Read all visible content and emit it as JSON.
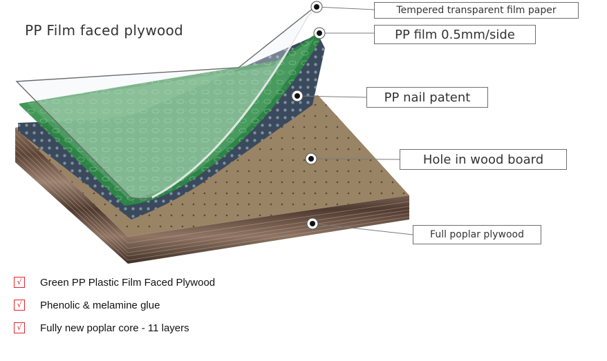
{
  "title": "PP Film faced plywood",
  "callouts": {
    "tempered": "Tempered transparent film paper",
    "pp_film": "PP film 0.5mm/side",
    "nail_patent": "PP nail patent",
    "hole": "Hole in wood board",
    "plywood": "Full poplar plywood"
  },
  "features": [
    {
      "check": "√",
      "label": "Green PP Plastic Film Faced Plywood"
    },
    {
      "check": "√",
      "label": "Phenolic & melamine glue"
    },
    {
      "check": "√",
      "label": "Fully new poplar core - 11 layers"
    }
  ],
  "colors": {
    "board_top": "#9a8466",
    "board_layers": "#6b5446",
    "green_film": "#2e8b45",
    "nail_layer": "#3a4a5c",
    "check_red": "#e0242a"
  }
}
